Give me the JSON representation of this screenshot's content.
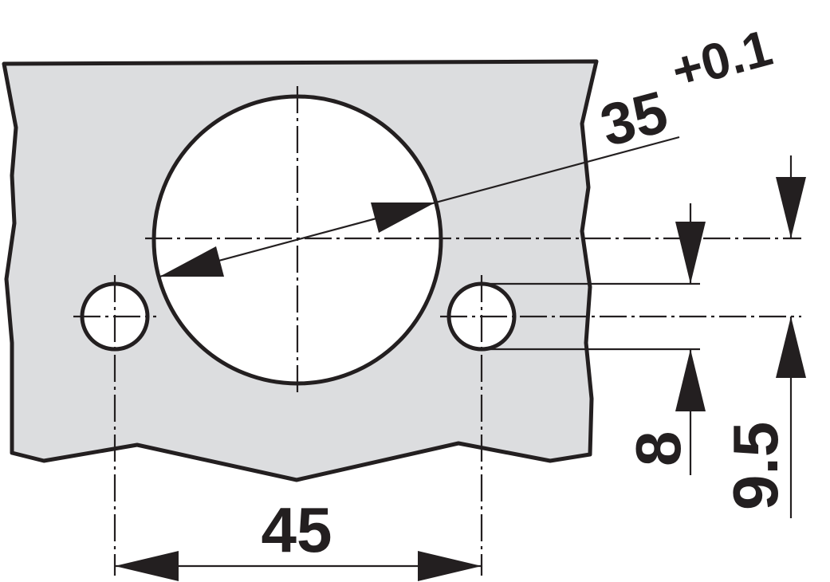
{
  "colors": {
    "panel_fill": "#dcdddf",
    "ink": "#231f20",
    "hole_fill": "#ffffff"
  },
  "dimensions": {
    "cup_diameter_base": "35",
    "cup_diameter_tolerance": "+0.1",
    "screw_hole_spacing": "45",
    "screw_hole_diameter": "8",
    "screw_hole_offset": "9.5"
  }
}
